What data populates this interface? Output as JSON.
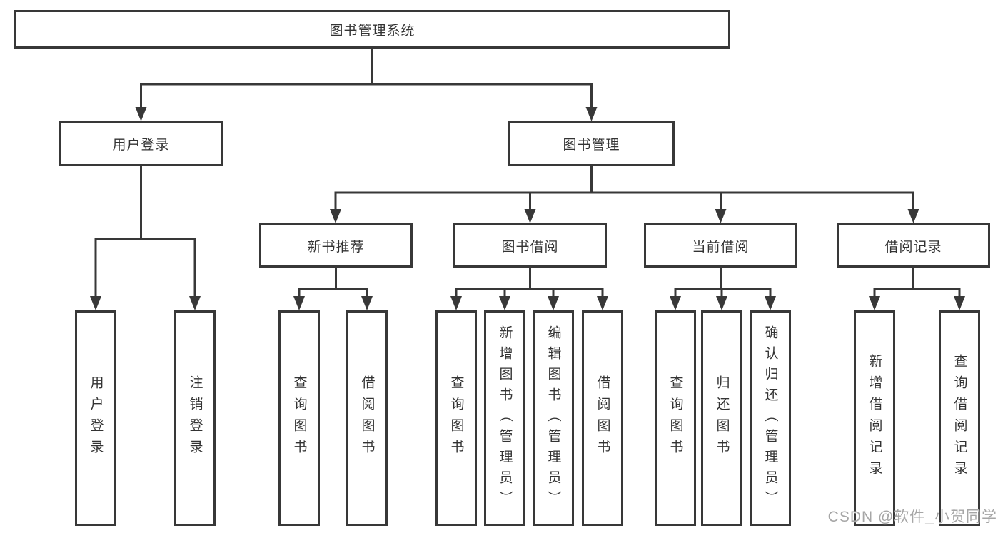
{
  "diagram": {
    "tree": {
      "label": "图书管理系统",
      "children": [
        {
          "label": "用户登录",
          "children": [
            {
              "label": "用户登录"
            },
            {
              "label": "注销登录"
            }
          ]
        },
        {
          "label": "图书管理",
          "children": [
            {
              "label": "新书推荐",
              "children": [
                {
                  "label": "查询图书"
                },
                {
                  "label": "借阅图书"
                }
              ]
            },
            {
              "label": "图书借阅",
              "children": [
                {
                  "label": "查询图书"
                },
                {
                  "label": "新增图书（管理员）"
                },
                {
                  "label": "编辑图书（管理员）"
                },
                {
                  "label": "借阅图书"
                }
              ]
            },
            {
              "label": "当前借阅",
              "children": [
                {
                  "label": "查询图书"
                },
                {
                  "label": "归还图书"
                },
                {
                  "label": "确认归还（管理员）"
                }
              ]
            },
            {
              "label": "借阅记录",
              "children": [
                {
                  "label": "新增借阅记录"
                },
                {
                  "label": "查询借阅记录"
                }
              ]
            }
          ]
        }
      ]
    },
    "colors": {
      "line": "#383838",
      "text": "#333333",
      "watermark": "#a6a6a6",
      "background": "#ffffff"
    }
  },
  "watermark": "CSDN @软件_小贺同学"
}
